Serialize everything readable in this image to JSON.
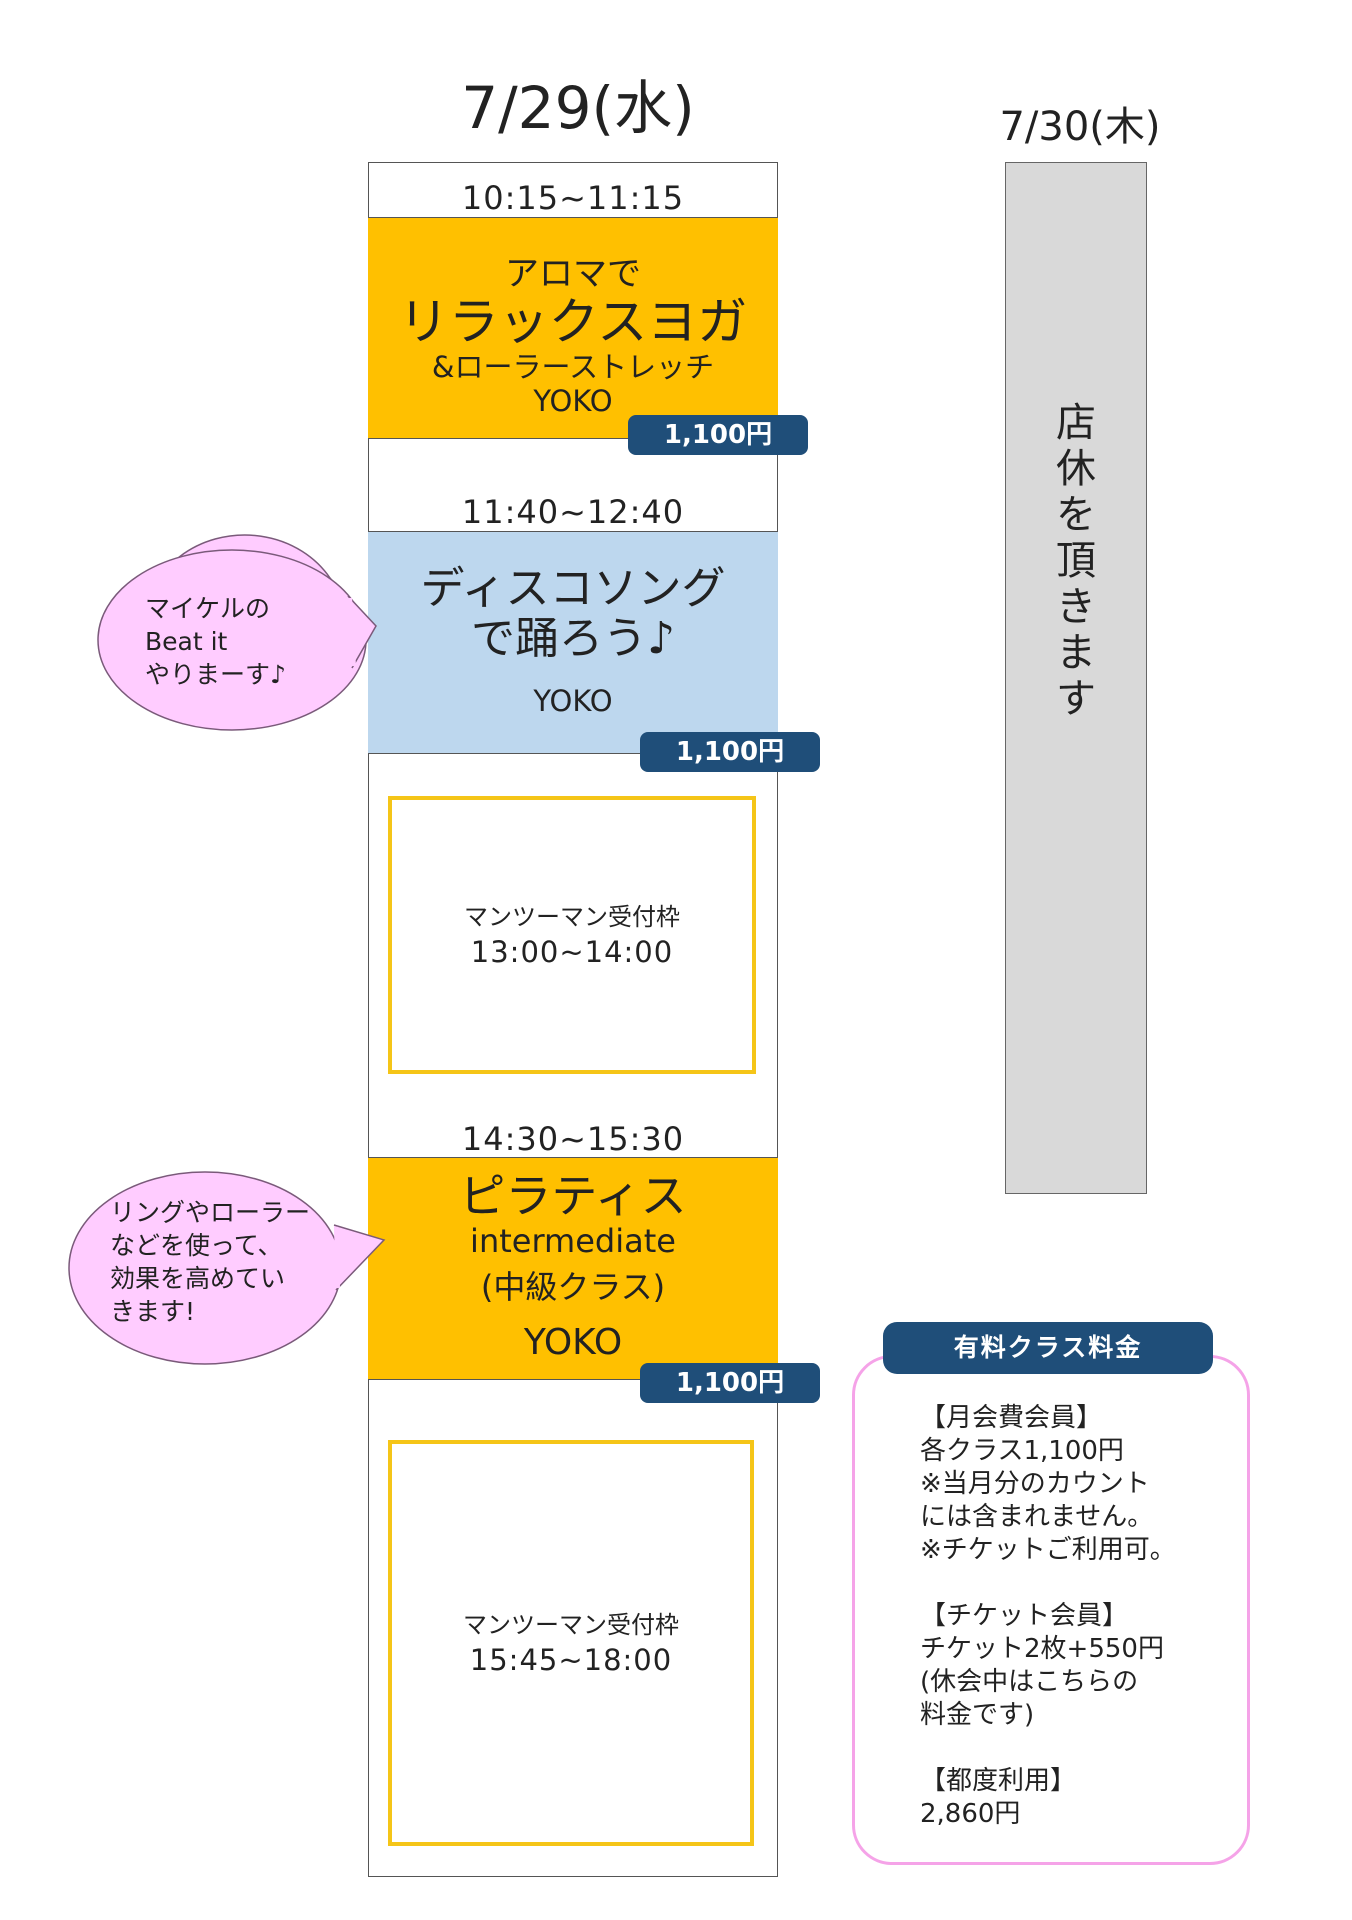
{
  "dates": {
    "main": "7/29(水)",
    "side": "7/30(木)"
  },
  "closed": {
    "text": "店休を頂きます"
  },
  "schedule": [
    {
      "time": "10:15~11:15",
      "line1": "アロマで",
      "title": "リラックスヨガ",
      "line3": "&ローラーストレッチ",
      "instructor": "YOKO",
      "price": "1,100円",
      "color": "#ffc000"
    },
    {
      "time": "11:40~12:40",
      "title_line1": "ディスコソング",
      "title_line2": "で踊ろう♪",
      "instructor": "YOKO",
      "price": "1,100円",
      "color": "#bdd7ee"
    },
    {
      "time": "14:30~15:30",
      "title": "ピラティス",
      "subtitle": "intermediate",
      "level": "(中級クラス)",
      "instructor": "YOKO",
      "price": "1,100円",
      "color": "#ffc000"
    }
  ],
  "slots": [
    {
      "label": "マンツーマン受付枠",
      "time": "13:00~14:00"
    },
    {
      "label": "マンツーマン受付枠",
      "time": "15:45~18:00"
    }
  ],
  "bubbles": [
    {
      "lines": [
        "マイケルの",
        "Beat it",
        "やりまーす♪"
      ]
    },
    {
      "lines": [
        "リングやローラー",
        "などを使って、",
        "効果を高めてい",
        "きます!"
      ]
    }
  ],
  "fees": {
    "header": "有料クラス料金",
    "body": "【月会費会員】\n各クラス1,100円\n※当月分のカウント\nには含まれません。\n※チケットご利用可。\n\n【チケット会員】\nチケット2枚+550円\n(休会中はこちらの\n料金です)\n\n【都度利用】\n2,860円"
  },
  "colors": {
    "orange": "#ffc000",
    "blue": "#bdd7ee",
    "navy": "#1f4e79",
    "slot_border": "#f5c518",
    "bubble_fill": "#ffccff",
    "fee_border": "#f5a3e8"
  }
}
